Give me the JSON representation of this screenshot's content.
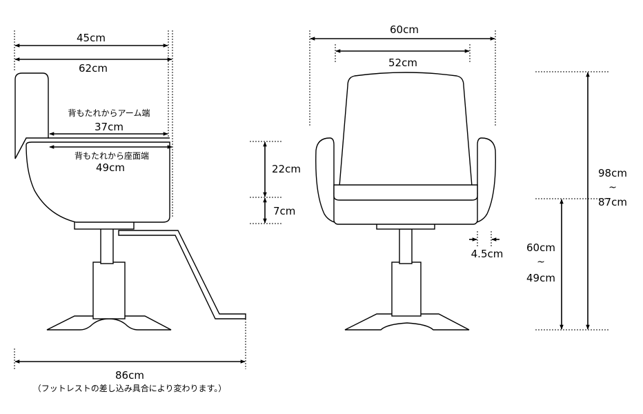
{
  "side_view": {
    "width_45": "45cm",
    "width_62": "62cm",
    "back_to_arm_caption": "背もたれからアーム端",
    "back_to_arm_value": "37cm",
    "back_to_seat_caption": "背もたれから座面端",
    "back_to_seat_value": "49cm",
    "total_length": "86cm",
    "total_length_note": "（フットレストの差し込み具合により変わります。）"
  },
  "middle": {
    "seat_back_height": "22cm",
    "seat_thickness": "7cm"
  },
  "front_view": {
    "outer_width": "60cm",
    "inner_width": "52cm",
    "arm_width": "4.5cm"
  },
  "heights": {
    "total_max": "98cm",
    "total_sep": "~",
    "total_min": "87cm",
    "seat_max": "60cm",
    "seat_sep": "~",
    "seat_min": "49cm"
  }
}
